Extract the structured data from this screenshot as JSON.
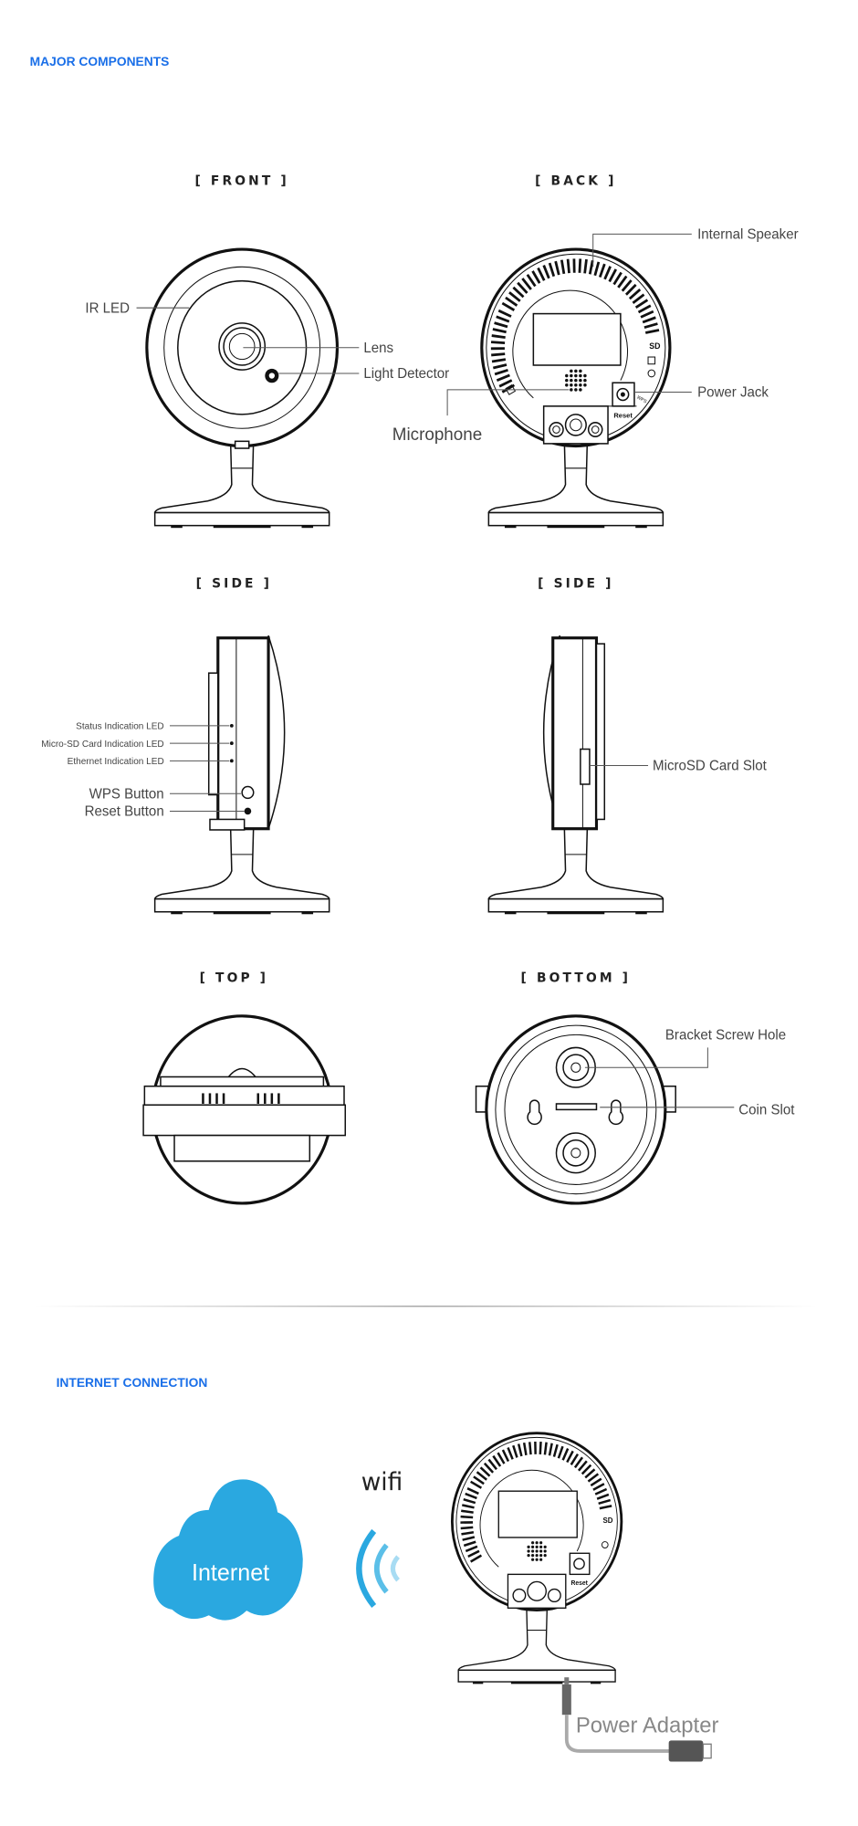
{
  "sections": {
    "major_components": "MAJOR COMPONENTS",
    "internet_connection": "INTERNET CONNECTION"
  },
  "views": {
    "front": "[ FRONT ]",
    "back": "[ BACK ]",
    "side_left": "[ SIDE ]",
    "side_right": "[ SIDE ]",
    "top": "[ TOP ]",
    "bottom": "[ BOTTOM ]"
  },
  "labels": {
    "ir_led": "IR LED",
    "lens": "Lens",
    "light_detector": "Light Detector",
    "internal_speaker": "Internal Speaker",
    "power_jack": "Power Jack",
    "microphone": "Microphone",
    "status_led": "Status Indication LED",
    "sd_led": "Micro-SD Card Indication LED",
    "ethernet_led": "Ethernet Indication LED",
    "wps_button": "WPS Button",
    "reset_button": "Reset Button",
    "microsd_slot": "MicroSD Card Slot",
    "bracket_screw_hole": "Bracket Screw Hole",
    "coin_slot": "Coin Slot",
    "device_sd": "SD",
    "device_reset": "Reset",
    "device_wps": "WPS"
  },
  "connection": {
    "cloud_label": "Internet",
    "wifi_label": "wifi",
    "power_adapter": "Power Adapter"
  },
  "colors": {
    "heading": "#1a6fe8",
    "cloud": "#2aa8e0"
  }
}
